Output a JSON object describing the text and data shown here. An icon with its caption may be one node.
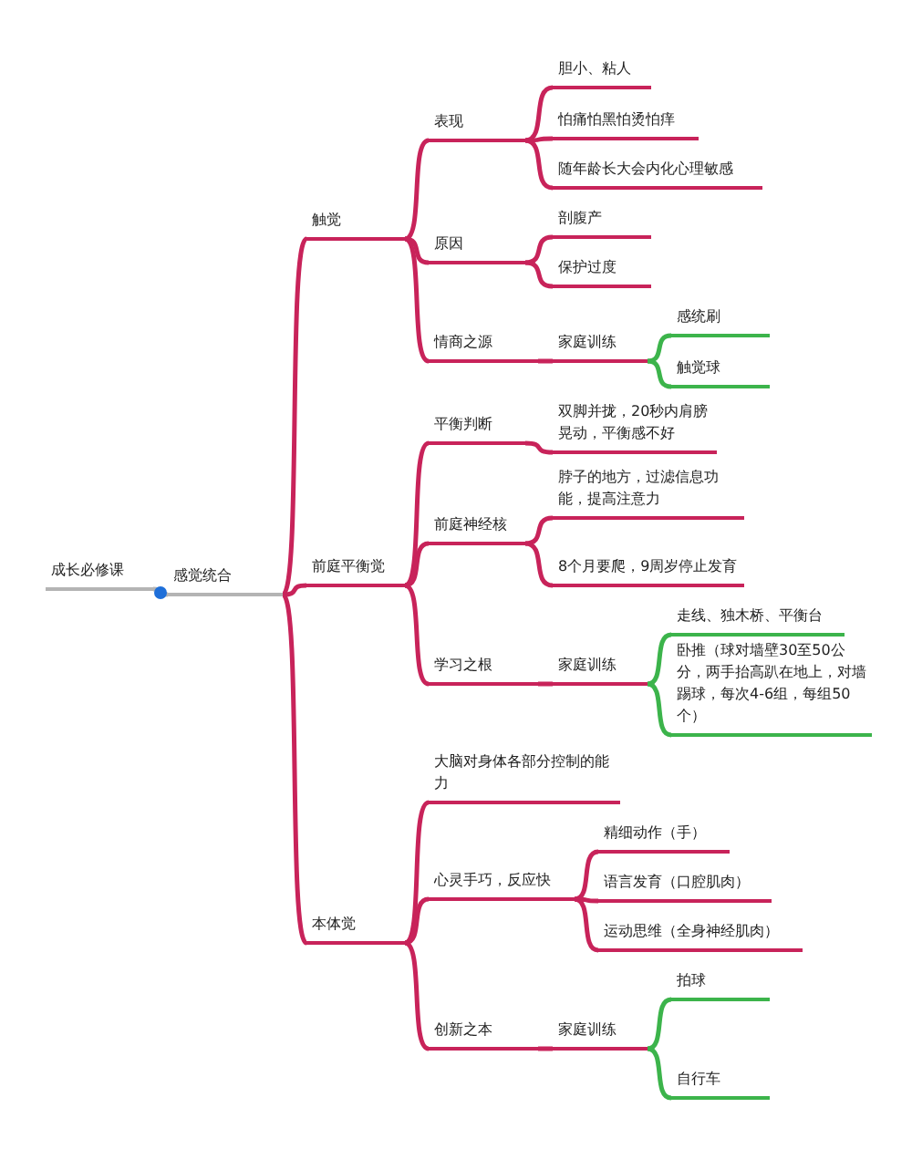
{
  "diagram": {
    "nodes": [
      {
        "text": [
          "成长必修课"
        ]
      },
      {
        "text": [
          "感觉统合"
        ]
      },
      {
        "text": [
          "触觉"
        ]
      },
      {
        "text": [
          "表现"
        ]
      },
      {
        "text": [
          "胆小、粘人"
        ]
      },
      {
        "text": [
          "怕痛怕黑怕烫怕痒"
        ]
      },
      {
        "text": [
          "随年龄长大会内化心理敏感"
        ]
      },
      {
        "text": [
          "原因"
        ]
      },
      {
        "text": [
          "剖腹产"
        ]
      },
      {
        "text": [
          "保护过度"
        ]
      },
      {
        "text": [
          "情商之源"
        ]
      },
      {
        "text": [
          "家庭训练"
        ]
      },
      {
        "text": [
          "感统刷"
        ]
      },
      {
        "text": [
          "触觉球"
        ]
      },
      {
        "text": [
          "前庭平衡觉"
        ]
      },
      {
        "text": [
          "平衡判断"
        ]
      },
      {
        "text": [
          "双脚并拢，20秒内肩膀晃动，平衡感不好"
        ]
      },
      {
        "text": [
          "前庭神经核"
        ]
      },
      {
        "text": [
          "脖子的地方，过滤信息功能，提高注意力"
        ]
      },
      {
        "text": [
          "8个月要爬，9周岁停止发育"
        ]
      },
      {
        "text": [
          "学习之根"
        ]
      },
      {
        "text": [
          "家庭训练"
        ]
      },
      {
        "text": [
          "走线、独木桥、平衡台"
        ]
      },
      {
        "text": [
          "卧推（球对墙壁30至50公分，两手抬高趴在地上，对墙踢球，每次4-6组，每组50个）"
        ]
      },
      {
        "text": [
          "本体觉"
        ]
      },
      {
        "text": [
          "大脑对身体各部分控制的能力"
        ]
      },
      {
        "text": [
          "心灵手巧，反应快"
        ]
      },
      {
        "text": [
          "精细动作（手）"
        ]
      },
      {
        "text": [
          "语言发育（口腔肌肉）"
        ]
      },
      {
        "text": [
          "运动思维（全身神经肌肉）"
        ]
      },
      {
        "text": [
          "创新之本"
        ]
      },
      {
        "text": [
          "家庭训练"
        ]
      },
      {
        "text": [
          "拍球"
        ]
      },
      {
        "text": [
          "自行车"
        ]
      }
    ],
    "edges": [
      {
        "from": 0,
        "to": 1,
        "arrow": "none",
        "color": "#b4b4b4"
      },
      {
        "from": 1,
        "to": 2,
        "arrow": "none"
      },
      {
        "from": 1,
        "to": 14,
        "arrow": "none"
      },
      {
        "from": 1,
        "to": 24,
        "arrow": "none"
      },
      {
        "from": 2,
        "to": 3,
        "arrow": "none"
      },
      {
        "from": 2,
        "to": 7,
        "arrow": "none"
      },
      {
        "from": 2,
        "to": 10,
        "arrow": "none"
      },
      {
        "from": 3,
        "to": 4,
        "arrow": "none"
      },
      {
        "from": 3,
        "to": 5,
        "arrow": "none"
      },
      {
        "from": 3,
        "to": 6,
        "arrow": "none"
      },
      {
        "from": 7,
        "to": 8,
        "arrow": "none"
      },
      {
        "from": 7,
        "to": 9,
        "arrow": "none"
      },
      {
        "from": 10,
        "to": 11,
        "arrow": "none"
      },
      {
        "from": 11,
        "to": 12,
        "arrow": "none",
        "color": "#3cb44b"
      },
      {
        "from": 11,
        "to": 13,
        "arrow": "none",
        "color": "#3cb44b"
      },
      {
        "from": 14,
        "to": 15,
        "arrow": "none"
      },
      {
        "from": 14,
        "to": 17,
        "arrow": "none"
      },
      {
        "from": 14,
        "to": 20,
        "arrow": "none"
      },
      {
        "from": 15,
        "to": 16,
        "arrow": "none"
      },
      {
        "from": 17,
        "to": 18,
        "arrow": "none"
      },
      {
        "from": 17,
        "to": 19,
        "arrow": "none"
      },
      {
        "from": 20,
        "to": 21,
        "arrow": "none"
      },
      {
        "from": 21,
        "to": 22,
        "arrow": "none",
        "color": "#3cb44b"
      },
      {
        "from": 21,
        "to": 23,
        "arrow": "none",
        "color": "#3cb44b"
      },
      {
        "from": 24,
        "to": 25,
        "arrow": "none"
      },
      {
        "from": 24,
        "to": 26,
        "arrow": "none"
      },
      {
        "from": 24,
        "to": 30,
        "arrow": "none"
      },
      {
        "from": 26,
        "to": 27,
        "arrow": "none"
      },
      {
        "from": 26,
        "to": 28,
        "arrow": "none"
      },
      {
        "from": 26,
        "to": 29,
        "arrow": "none"
      },
      {
        "from": 30,
        "to": 31,
        "arrow": "none"
      },
      {
        "from": 31,
        "to": 32,
        "arrow": "none",
        "color": "#3cb44b"
      },
      {
        "from": 31,
        "to": 33,
        "arrow": "none",
        "color": "#3cb44b"
      }
    ]
  }
}
